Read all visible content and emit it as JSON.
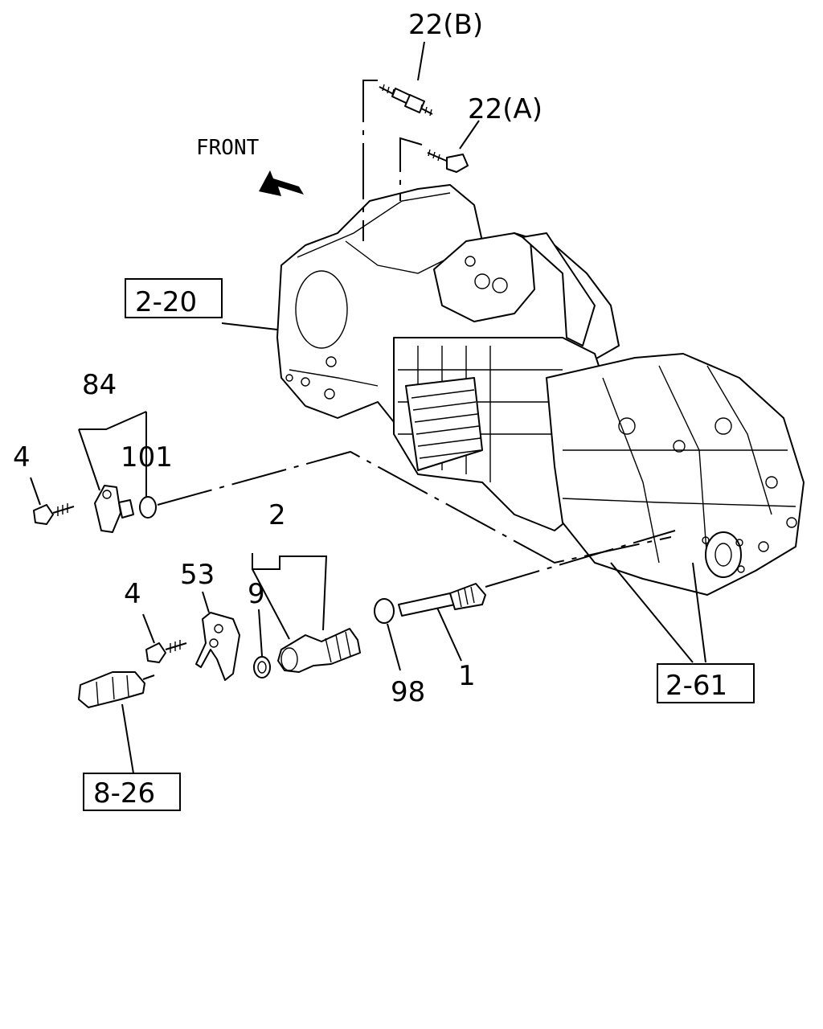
{
  "labels": {
    "l22b": "22(B)",
    "l22a": "22(A)",
    "front": "FRONT",
    "ref220": "2-20",
    "l84": "84",
    "l4a": "4",
    "l101": "101",
    "l2": "2",
    "l53": "53",
    "l4b": "4",
    "l9": "9",
    "l98": "98",
    "l1": "1",
    "ref261": "2-61",
    "ref826": "8-26"
  }
}
